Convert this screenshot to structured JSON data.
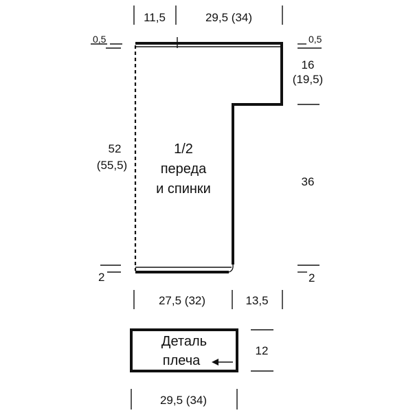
{
  "top": {
    "left_width": "11,5",
    "right_width": "29,5  (34)"
  },
  "side_left": {
    "top_offset": "0,5",
    "height_1": "52",
    "height_2": "(55,5)",
    "bottom_offset": "2"
  },
  "side_right": {
    "top_offset": "0,5",
    "shoulder_1": "16",
    "shoulder_2": "(19,5)",
    "height": "36",
    "bottom_offset": "2"
  },
  "body_label": {
    "line1": "1/2",
    "line2": "переда",
    "line3": "и спинки"
  },
  "bottom": {
    "left_width": "27,5  (32)",
    "right_width": "13,5"
  },
  "shoulder_piece": {
    "line1": "Деталь",
    "line2": "плеча",
    "height": "12",
    "width": "29,5  (34)"
  }
}
